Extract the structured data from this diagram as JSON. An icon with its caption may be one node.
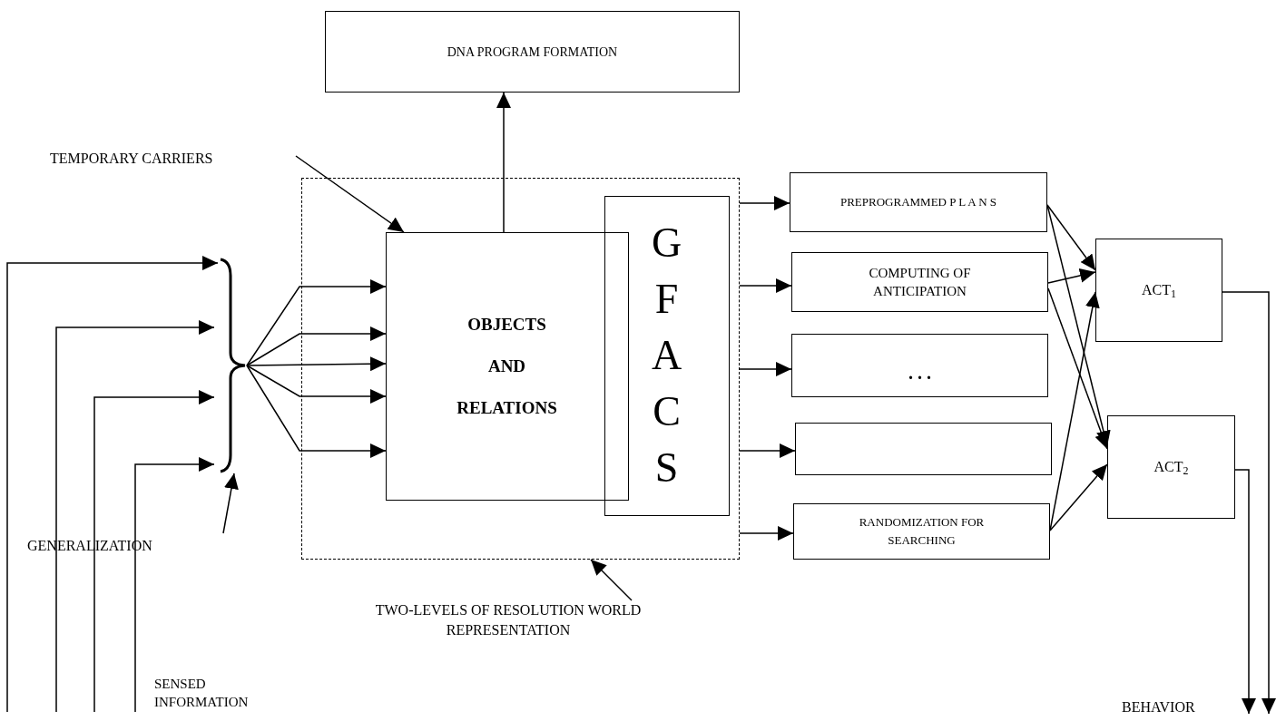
{
  "diagram": {
    "nodes": [
      {
        "text": [
          "DNA PROGRAM FORMATION"
        ]
      },
      {
        "text": [],
        "shape": "box"
      },
      {
        "text": [
          "OBJECTS AND RELATIONS"
        ],
        "in": 1
      },
      {
        "text": [
          "GFACS"
        ],
        "in": 1
      },
      {
        "text": [
          "PREPROGRAMMED P L A N S"
        ]
      },
      {
        "text": [
          "COMPUTING OF ANTICIPATION"
        ]
      },
      {
        "text": [
          ". . ."
        ]
      },
      {
        "text": [],
        "shape": "box"
      },
      {
        "text": [
          "RANDOMIZATION FOR SEARCHING"
        ]
      },
      {
        "text": [
          "ACT$_{1}$"
        ]
      },
      {
        "text": [
          "ACT$_{2}$"
        ]
      },
      {
        "text": [],
        "shape": "bracket"
      },
      {
        "text": [
          "GENERALIZATION"
        ]
      },
      {
        "text": [
          "TEMPORARY CARRIERS"
        ]
      },
      {
        "text": [
          "TWO-LEVELS OF RESOLUTION WORLD REPRESENTATION"
        ]
      }
    ],
    "edges": [
      {
        "from": 2,
        "to": 0,
        "arrow": "to"
      },
      {
        "from": 11,
        "to": 2,
        "arrow": "to"
      },
      {
        "from": 11,
        "to": 2,
        "arrow": "to"
      },
      {
        "from": 11,
        "to": 2,
        "arrow": "to"
      },
      {
        "from": 11,
        "to": 2,
        "arrow": "to"
      },
      {
        "from": 11,
        "to": 2,
        "arrow": "to"
      },
      {
        "from": null,
        "to": 11,
        "arrow": "to"
      },
      {
        "from": null,
        "to": 11,
        "arrow": "to"
      },
      {
        "from": null,
        "to": 11,
        "arrow": "to"
      },
      {
        "from": null,
        "to": 11,
        "arrow": "to"
      },
      {
        "from": 1,
        "to": 4,
        "arrow": "to"
      },
      {
        "from": 1,
        "to": 5,
        "arrow": "to"
      },
      {
        "from": 1,
        "to": 6,
        "arrow": "to"
      },
      {
        "from": 1,
        "to": 7,
        "arrow": "to"
      },
      {
        "from": 1,
        "to": 8,
        "arrow": "to"
      },
      {
        "from": 4,
        "to": 9,
        "arrow": "to"
      },
      {
        "from": 4,
        "to": 10,
        "arrow": "to"
      },
      {
        "from": 5,
        "to": 9,
        "arrow": "to"
      },
      {
        "from": 5,
        "to": 10,
        "arrow": "to"
      },
      {
        "from": 8,
        "to": 9,
        "arrow": "to"
      },
      {
        "from": 8,
        "to": 10,
        "arrow": "to"
      },
      {
        "from": 9,
        "to": null,
        "arrow": "to"
      },
      {
        "from": 10,
        "to": null,
        "arrow": "to"
      },
      {
        "from": 12,
        "to": 11,
        "arrow": "to"
      },
      {
        "from": 13,
        "to": 2,
        "arrow": "to"
      },
      {
        "from": 14,
        "to": 1,
        "arrow": "to"
      }
    ],
    "labels": [
      "SENSED INFORMATION",
      "BEHAVIOR"
    ]
  }
}
